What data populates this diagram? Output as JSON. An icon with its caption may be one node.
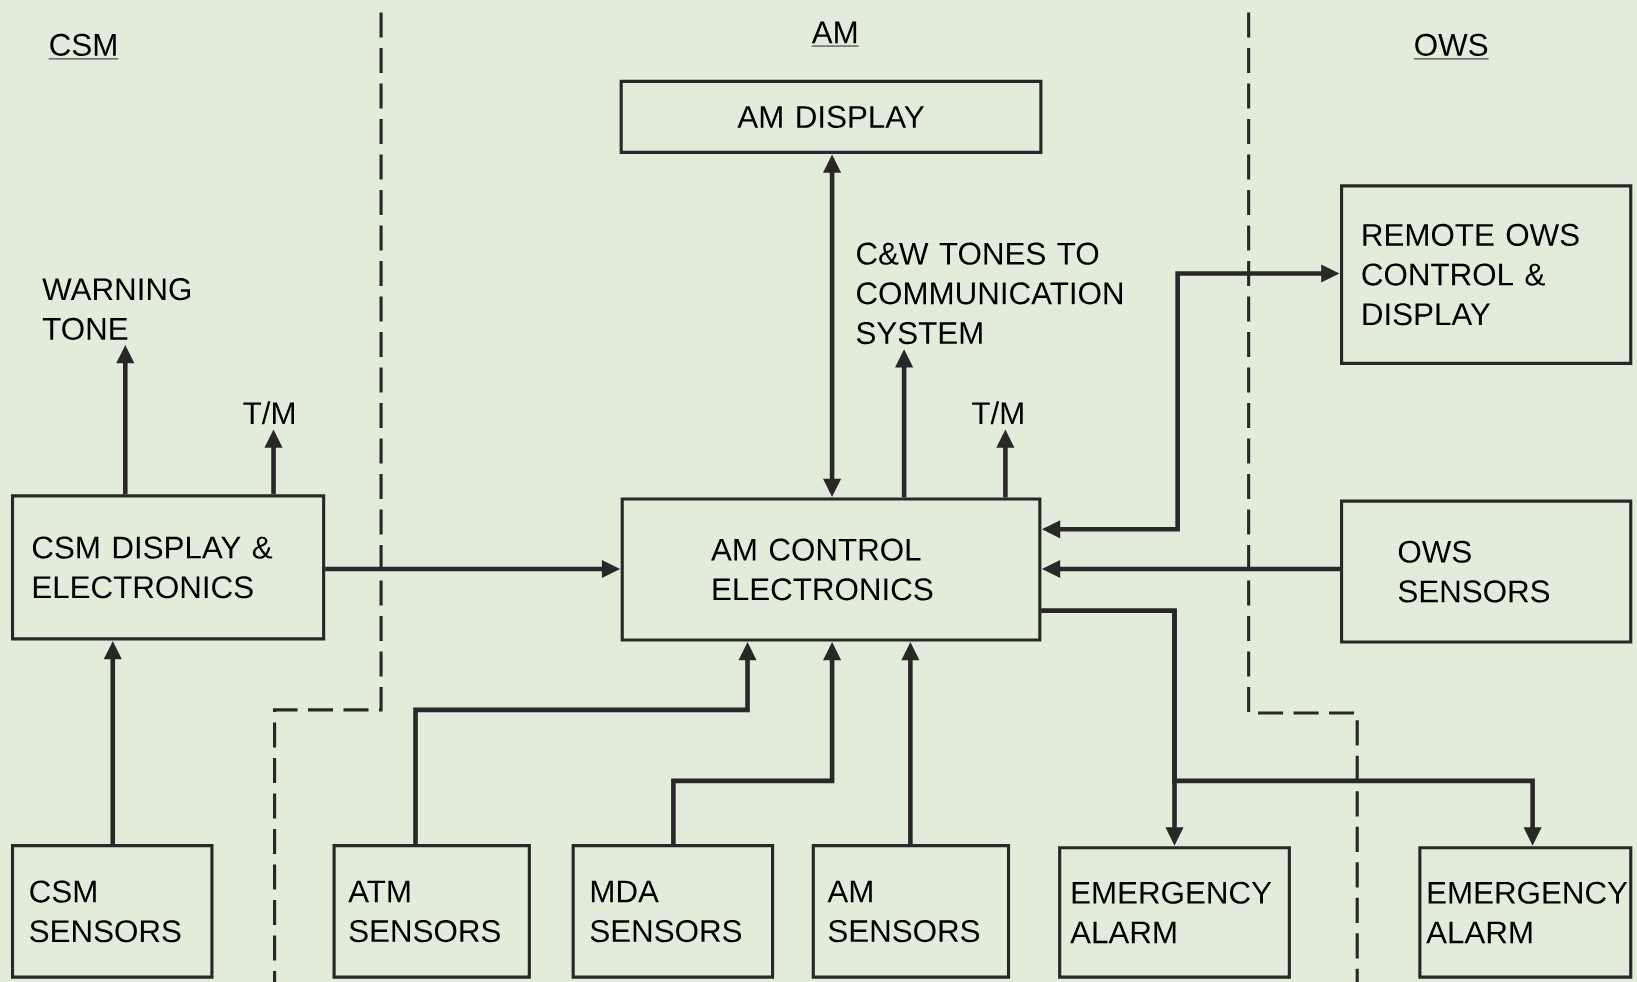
{
  "diagram": {
    "nodes": [
      {
        "text": [
          "CSM DISPLAY & ELECTRONICS"
        ]
      },
      {
        "text": [
          "AM DISPLAY"
        ]
      },
      {
        "text": [
          "AM CONTROL ELECTRONICS"
        ]
      },
      {
        "text": [
          "REMOTE OWS CONTROL & DISPLAY"
        ]
      },
      {
        "text": [
          "OWS SENSORS"
        ]
      },
      {
        "text": [
          "CSM SENSORS"
        ]
      },
      {
        "text": [
          "ATM SENSORS"
        ]
      },
      {
        "text": [
          "MDA SENSORS"
        ]
      },
      {
        "text": [
          "AM SENSORS"
        ]
      },
      {
        "text": [
          "EMERGENCY ALARM"
        ]
      },
      {
        "text": [
          "EMERGENCY ALARM"
        ]
      },
      {
        "text": [
          "WARNING TONE"
        ]
      },
      {
        "text": [
          "T/M"
        ]
      },
      {
        "text": [
          "C&W TONES TO COMMUNICATION SYSTEM"
        ]
      },
      {
        "text": [
          "T/M"
        ]
      }
    ],
    "edges": [
      {
        "from": 0,
        "to": 11,
        "arrow": "to"
      },
      {
        "from": 0,
        "to": 12,
        "arrow": "to"
      },
      {
        "from": 0,
        "to": 2,
        "arrow": "to"
      },
      {
        "from": 5,
        "to": 0,
        "arrow": "to"
      },
      {
        "from": 2,
        "to": 1,
        "arrow": "both"
      },
      {
        "from": 2,
        "to": 13,
        "arrow": "to"
      },
      {
        "from": 2,
        "to": 14,
        "arrow": "to"
      },
      {
        "from": 2,
        "to": 3,
        "arrow": "both"
      },
      {
        "from": 4,
        "to": 2,
        "arrow": "to"
      },
      {
        "from": 2,
        "to": 9,
        "arrow": "to"
      },
      {
        "from": 2,
        "to": 10,
        "arrow": "to"
      },
      {
        "from": 6,
        "to": 2,
        "arrow": "to"
      },
      {
        "from": 7,
        "to": 2,
        "arrow": "to"
      },
      {
        "from": 8,
        "to": 2,
        "arrow": "to"
      }
    ],
    "labels": [
      "CSM",
      "AM",
      "OWS"
    ]
  }
}
